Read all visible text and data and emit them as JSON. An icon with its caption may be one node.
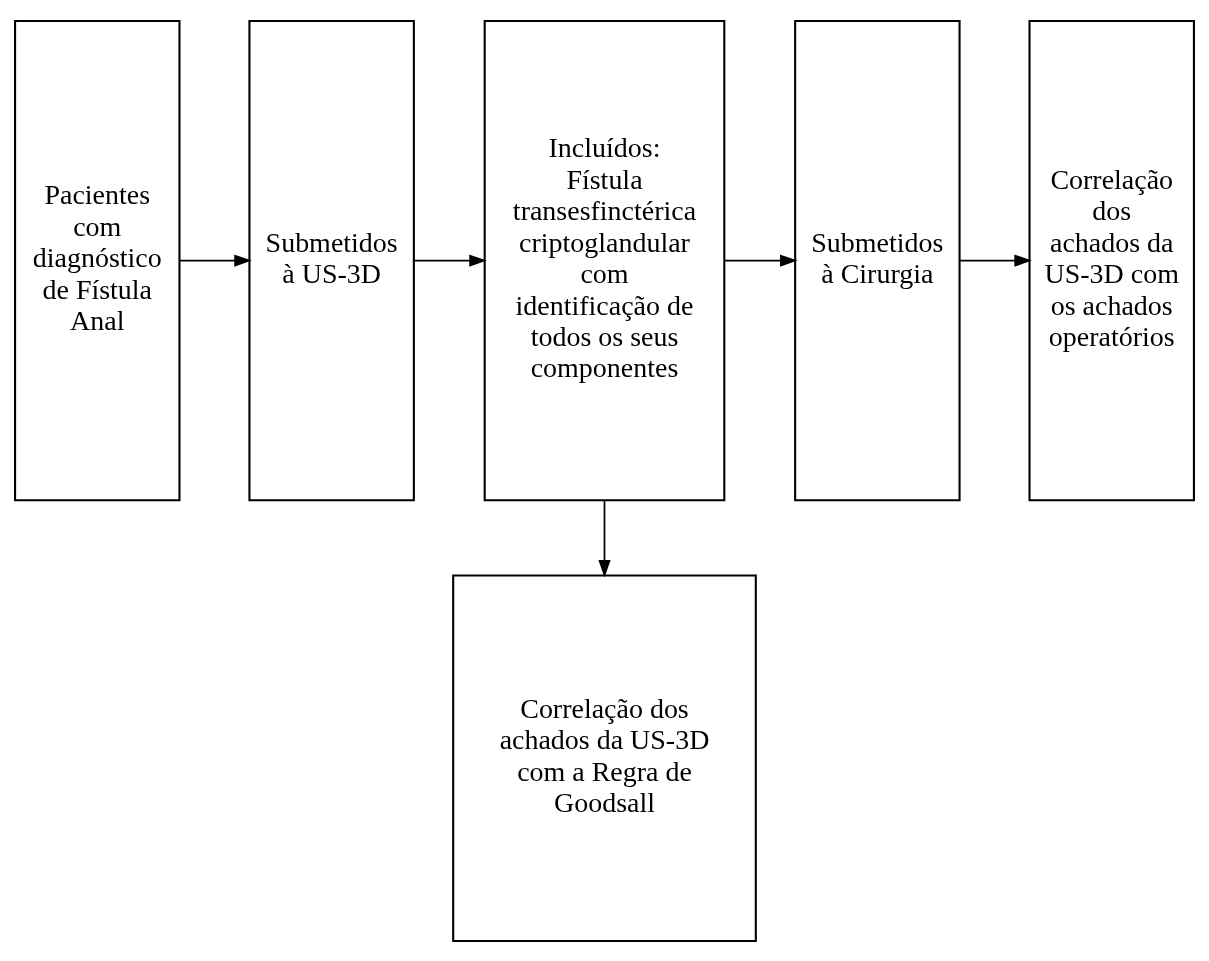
{
  "diagram": {
    "nodes": [
      {
        "text": [
          "Pacientes com diagnóstico de Fístula Anal"
        ]
      },
      {
        "text": [
          "Submetidos à US-3D"
        ]
      },
      {
        "text": [
          "Incluídos:",
          "Fístula transesfinctérica criptoglandular com identificação de todos os seus componentes"
        ]
      },
      {
        "text": [
          "Submetidos à Cirurgia"
        ]
      },
      {
        "text": [
          "Correlação dos achados da US-3D com os achados operatórios"
        ]
      },
      {
        "text": [
          "Correlação dos achados da US-3D com a Regra de Goodsall"
        ]
      }
    ],
    "edges": [
      {
        "from": 0,
        "to": 1,
        "arrow": "to"
      },
      {
        "from": 1,
        "to": 2,
        "arrow": "to"
      },
      {
        "from": 2,
        "to": 3,
        "arrow": "to"
      },
      {
        "from": 3,
        "to": 4,
        "arrow": "to"
      },
      {
        "from": 2,
        "to": 5,
        "arrow": "to"
      }
    ]
  }
}
